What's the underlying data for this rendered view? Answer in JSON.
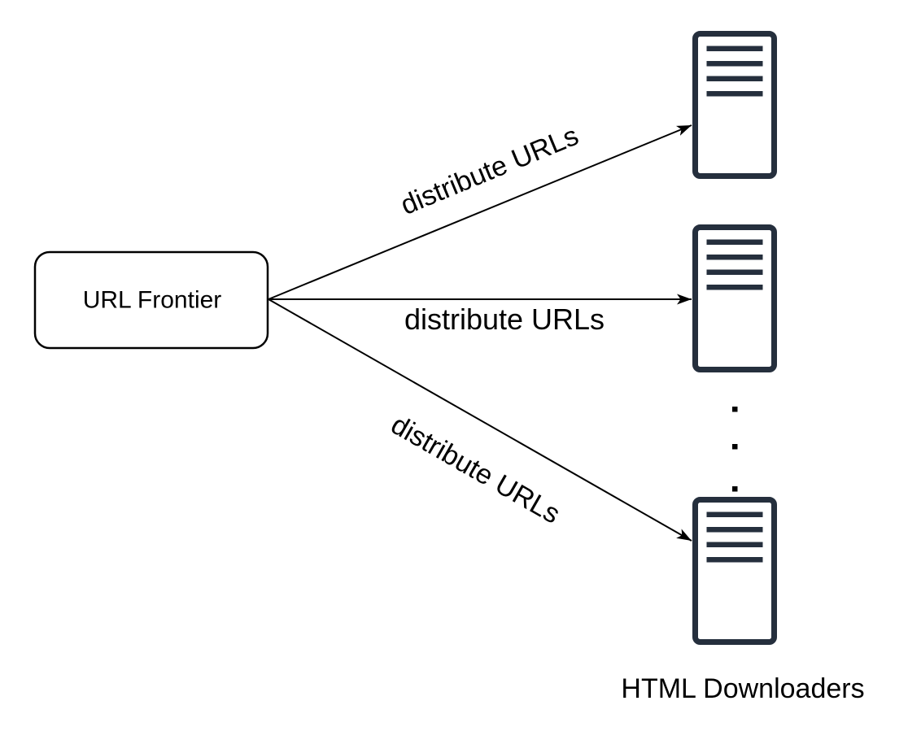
{
  "frontier": {
    "label": "URL Frontier"
  },
  "edges": [
    {
      "label": "distribute URLs"
    },
    {
      "label": "distribute URLs"
    },
    {
      "label": "distribute URLs"
    }
  ],
  "downloaders": {
    "label": "HTML Downloaders",
    "server_count": 3,
    "ellipsis_dots": 3
  },
  "colors": {
    "server": "#252F3D",
    "line": "#000000",
    "text": "#000000",
    "canvas": "#FFFFFF"
  }
}
